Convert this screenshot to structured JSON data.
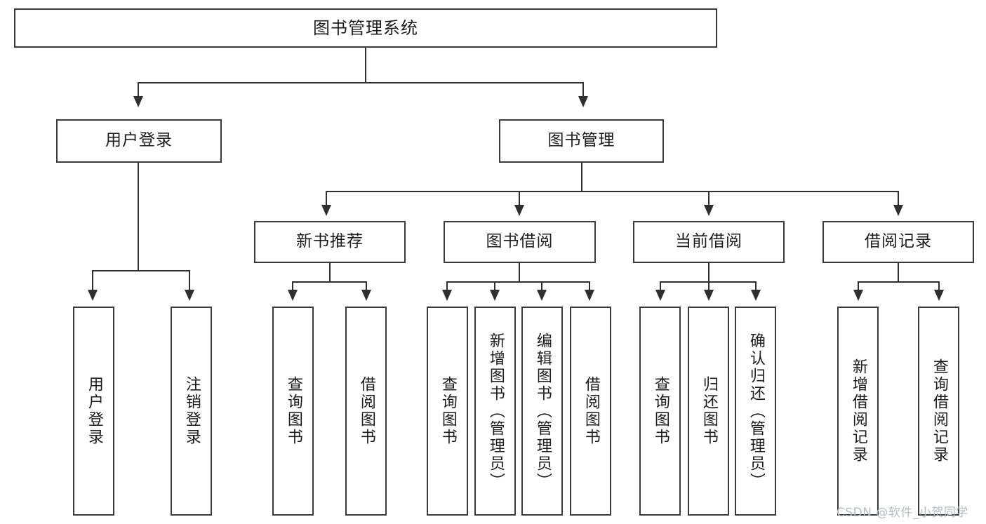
{
  "diagram": {
    "title": "图书管理系统",
    "type": "功能结构图",
    "root": {
      "label": "图书管理系统"
    },
    "level2": [
      {
        "label": "用户登录"
      },
      {
        "label": "图书管理"
      }
    ],
    "level3": [
      {
        "label": "新书推荐"
      },
      {
        "label": "图书借阅"
      },
      {
        "label": "当前借阅"
      },
      {
        "label": "借阅记录"
      }
    ],
    "leaves": {
      "user_login": [
        {
          "label": "用户登录"
        },
        {
          "label": "注销登录"
        }
      ],
      "new_book_recommend": [
        {
          "label": "查询图书"
        },
        {
          "label": "借阅图书"
        }
      ],
      "book_borrow": [
        {
          "label": "查询图书"
        },
        {
          "label": "新增图书（管理员）"
        },
        {
          "label": "编辑图书（管理员）"
        },
        {
          "label": "借阅图书"
        }
      ],
      "current_borrow": [
        {
          "label": "查询图书"
        },
        {
          "label": "归还图书"
        },
        {
          "label": "确认归还（管理员）"
        }
      ],
      "borrow_record": [
        {
          "label": "新增借阅记录"
        },
        {
          "label": "查询借阅记录"
        }
      ]
    }
  },
  "watermark": {
    "text": "CSDN @软件_小贺同学"
  },
  "colors": {
    "box_border": "#3a3a3a",
    "connector": "#2f2f2f",
    "background": "#ffffff",
    "text": "#1c1c1c",
    "watermark": "#b9bcc0"
  }
}
